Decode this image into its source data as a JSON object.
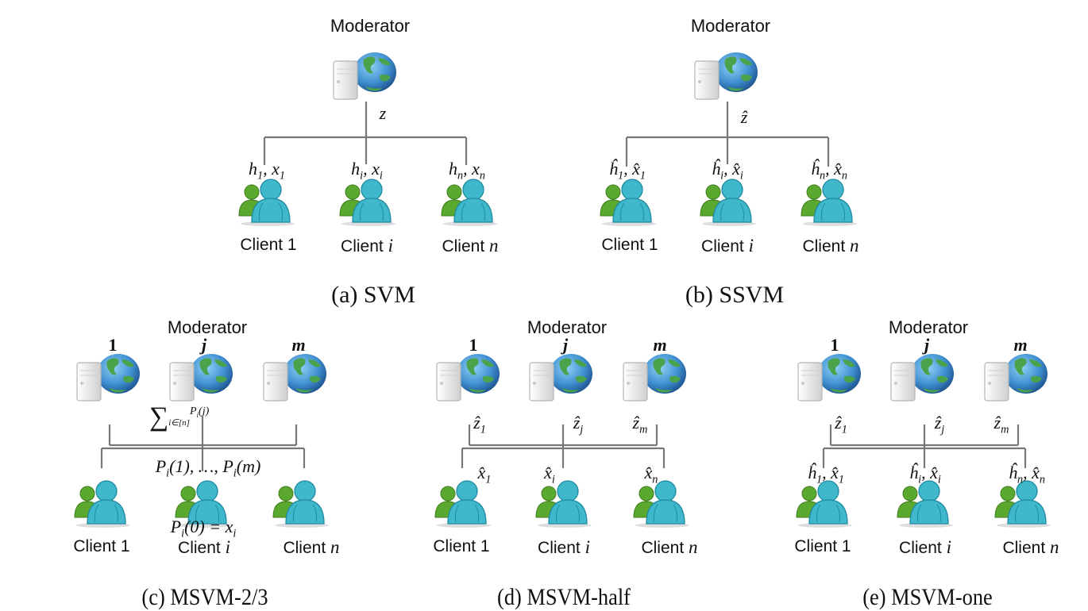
{
  "figure": {
    "panels": [
      {
        "id": "a",
        "caption": "(a) SVM",
        "moderator_label": "Moderator",
        "server_count": 1,
        "moderator_to_clients_label": "z",
        "clients": [
          {
            "label": "Client",
            "index": "1",
            "data_label": "h1, x1"
          },
          {
            "label": "Client",
            "index": "i",
            "data_label": "hi, xi"
          },
          {
            "label": "Client",
            "index": "n",
            "data_label": "hn, xn"
          }
        ]
      },
      {
        "id": "b",
        "caption": "(b) SSVM",
        "moderator_label": "Moderator",
        "server_count": 1,
        "moderator_to_clients_label": "ẑ",
        "clients": [
          {
            "label": "Client",
            "index": "1",
            "data_label": "ĥ1, x̂1"
          },
          {
            "label": "Client",
            "index": "i",
            "data_label": "ĥi, x̂i"
          },
          {
            "label": "Client",
            "index": "n",
            "data_label": "ĥn, x̂n"
          }
        ]
      },
      {
        "id": "c",
        "caption": "(c) MSVM-2/3",
        "moderator_label": "Moderator",
        "server_indices": [
          "1",
          "j",
          "m"
        ],
        "aggregate_label": "∑ i∈[n] Pi(j)",
        "share_label": "Pi(1), …, Pi(m)",
        "secret_label": "Pi(0) = xi",
        "clients": [
          {
            "label": "Client",
            "index": "1"
          },
          {
            "label": "Client",
            "index": "i"
          },
          {
            "label": "Client",
            "index": "n"
          }
        ]
      },
      {
        "id": "d",
        "caption": "(d) MSVM-half",
        "moderator_label": "Moderator",
        "server_indices": [
          "1",
          "j",
          "m"
        ],
        "server_labels": [
          "ẑ1",
          "ẑj",
          "ẑm"
        ],
        "clients": [
          {
            "label": "Client",
            "index": "1",
            "data_label": "x̂1"
          },
          {
            "label": "Client",
            "index": "i",
            "data_label": "x̂i"
          },
          {
            "label": "Client",
            "index": "n",
            "data_label": "x̂n"
          }
        ]
      },
      {
        "id": "e",
        "caption": "(e) MSVM-one",
        "moderator_label": "Moderator",
        "server_indices": [
          "1",
          "j",
          "m"
        ],
        "server_labels": [
          "ẑ1",
          "ẑj",
          "ẑm"
        ],
        "clients": [
          {
            "label": "Client",
            "index": "1",
            "data_label": "ĥ1, x̂1"
          },
          {
            "label": "Client",
            "index": "i",
            "data_label": "ĥi, x̂i"
          },
          {
            "label": "Client",
            "index": "n",
            "data_label": "ĥn, x̂n"
          }
        ]
      }
    ],
    "colors": {
      "globe_ocean": "#3f8fd0",
      "globe_land": "#4aa24a",
      "server_body": "#e9e9e9",
      "user_front": "#3fb8cc",
      "user_back": "#5aa82e",
      "wire": "#777777",
      "text": "#111111"
    }
  }
}
